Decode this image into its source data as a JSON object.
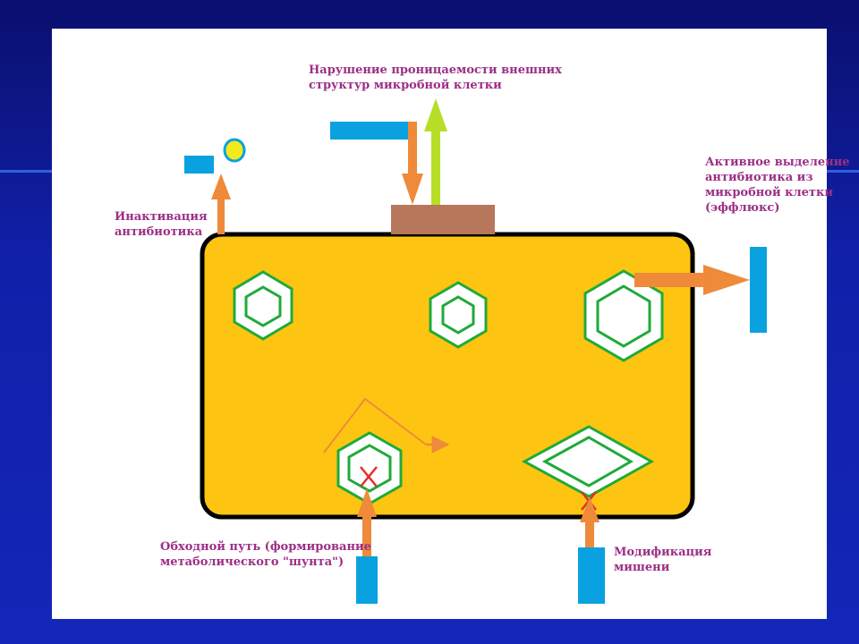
{
  "colors": {
    "background_blue": "#1326b8",
    "cell_fill": "#fdc511",
    "cell_outline": "#000000",
    "hexagon_green": "#1faa3a",
    "arrow_orange": "#ee8a3a",
    "arrow_lime": "#b7de27",
    "block_cyan": "#0aa1e0",
    "membrane_brown": "#b7775a",
    "label_purple": "#9c2f86",
    "cross_red": "#e0302a",
    "antibiotic_yellow": "#f2ea1c"
  },
  "labels": {
    "inactivation": "Инактивация\nантибиотика",
    "permeability": "Нарушение проницаемости внешних\nструктур микробной клетки",
    "efflux": "Активное выделение\nантибиотика из\nмикробной клетки\n(эффлюкс)",
    "bypass": "Обходной путь (формирование\nметаболического \"шунта\")",
    "target_modification": "Модификация\nмишени"
  }
}
